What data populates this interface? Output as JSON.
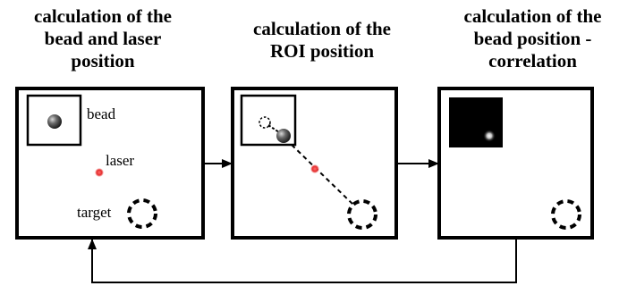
{
  "panels": [
    {
      "title_lines": [
        "calculation of the",
        "bead and laser",
        "position"
      ],
      "labels": {
        "bead": "bead",
        "laser": "laser",
        "target": "target"
      }
    },
    {
      "title_lines": [
        "calculation of the",
        "ROI position"
      ]
    },
    {
      "title_lines": [
        "calculation of the",
        "bead position -",
        "correlation"
      ]
    }
  ],
  "colors": {
    "laser": "#e53030",
    "stroke": "#000000",
    "correlation_bg": "#000000"
  }
}
